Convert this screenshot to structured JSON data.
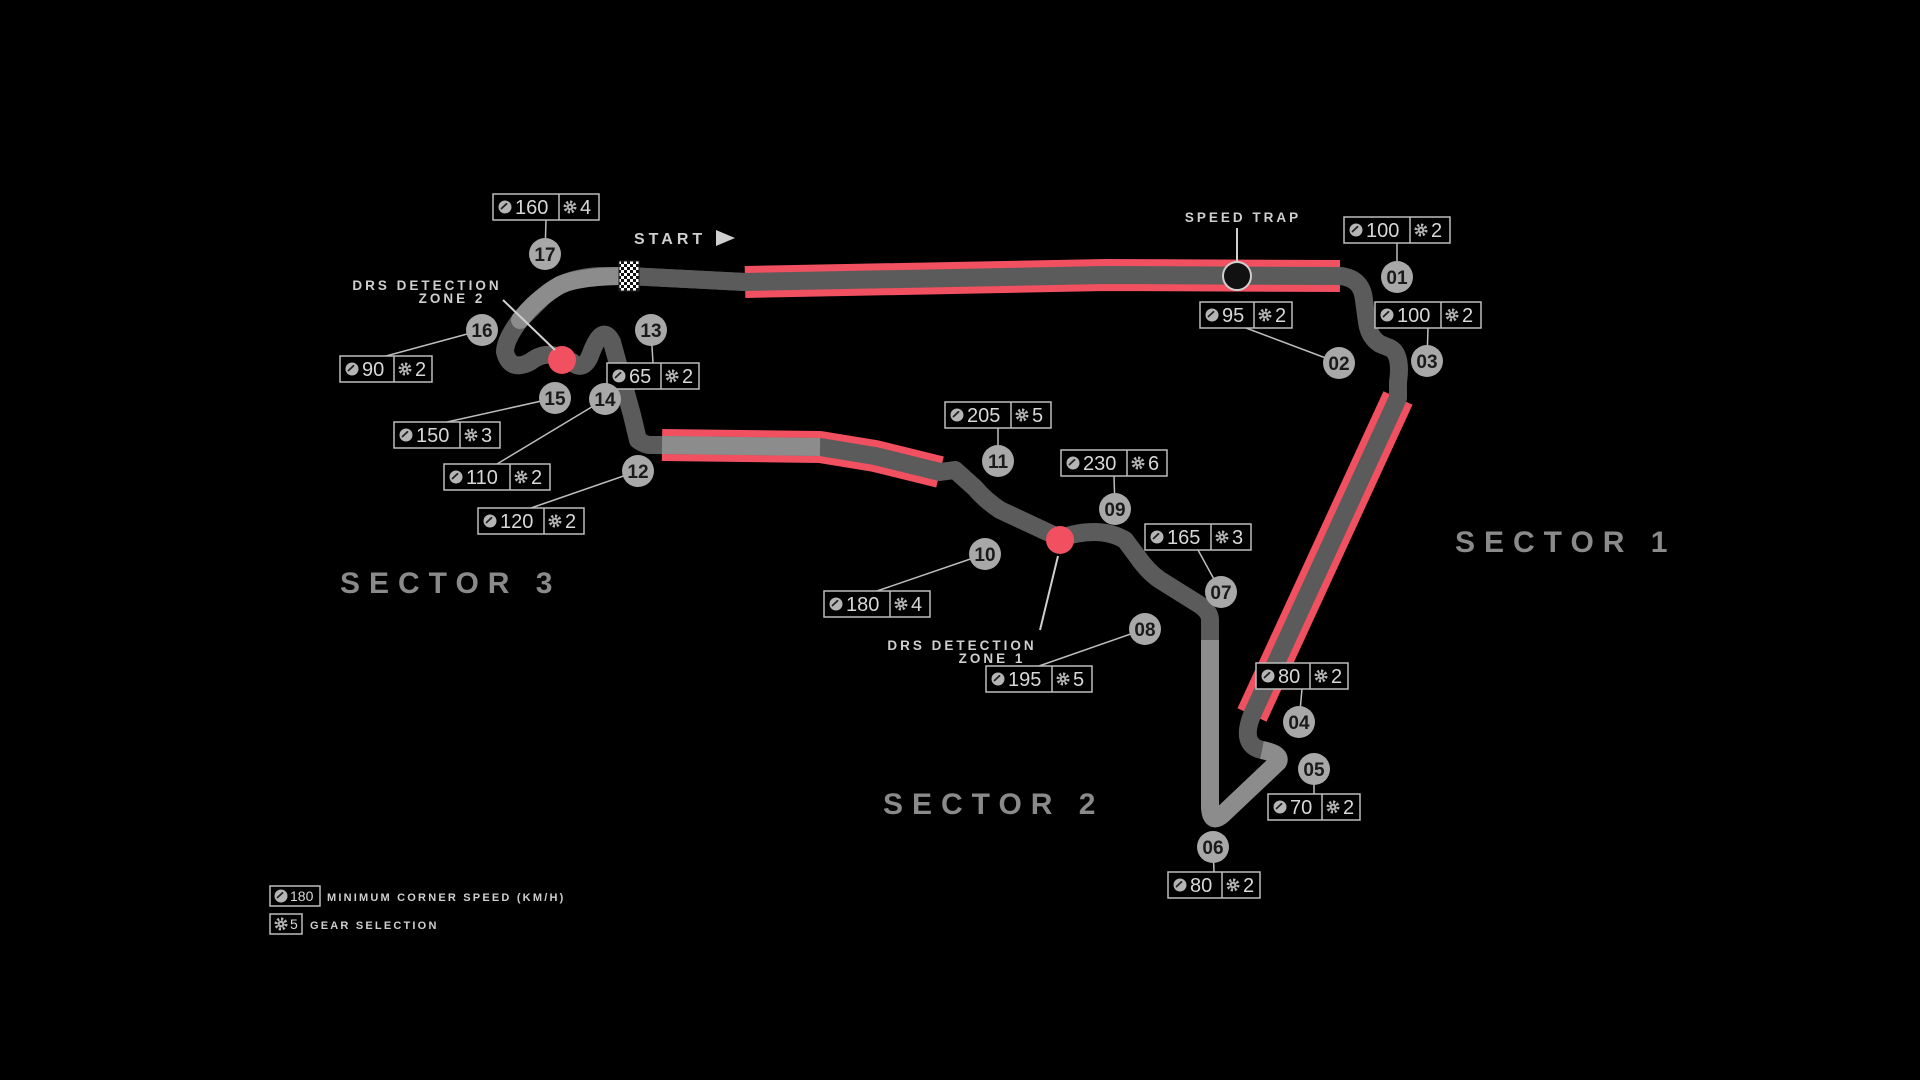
{
  "sectors": [
    {
      "label": "SECTOR 1"
    },
    {
      "label": "SECTOR 2"
    },
    {
      "label": "SECTOR 3"
    }
  ],
  "start_label": "START",
  "speed_trap_label": "SPEED TRAP",
  "drs_zone_1": [
    "DRS DETECTION",
    "ZONE 1"
  ],
  "drs_zone_2": [
    "DRS DETECTION",
    "ZONE 2"
  ],
  "corners": [
    {
      "number": "01",
      "speed": "100",
      "gear": "2"
    },
    {
      "number": "02",
      "speed": "95",
      "gear": "2"
    },
    {
      "number": "03",
      "speed": "100",
      "gear": "2"
    },
    {
      "number": "04",
      "speed": "80",
      "gear": "2"
    },
    {
      "number": "05",
      "speed": "70",
      "gear": "2"
    },
    {
      "number": "06",
      "speed": "80",
      "gear": "2"
    },
    {
      "number": "07",
      "speed": "165",
      "gear": "3"
    },
    {
      "number": "08",
      "speed": "195",
      "gear": "5"
    },
    {
      "number": "09",
      "speed": "230",
      "gear": "6"
    },
    {
      "number": "10",
      "speed": "180",
      "gear": "4"
    },
    {
      "number": "11",
      "speed": "205",
      "gear": "5"
    },
    {
      "number": "12",
      "speed": "120",
      "gear": "2"
    },
    {
      "number": "13",
      "speed": "65",
      "gear": "2"
    },
    {
      "number": "14",
      "speed": "110",
      "gear": "2"
    },
    {
      "number": "15",
      "speed": "150",
      "gear": "3"
    },
    {
      "number": "16",
      "speed": "90",
      "gear": "2"
    },
    {
      "number": "17",
      "speed": "160",
      "gear": "4"
    }
  ],
  "legend": {
    "speed_example": "180",
    "speed_label": "MINIMUM CORNER SPEED (KM/H)",
    "gear_example": "5",
    "gear_label": "GEAR SELECTION"
  },
  "colors": {
    "background": "#000000",
    "track": "#5b5b5b",
    "track_light": "#8c8c8c",
    "drs": "#f0505f",
    "corner_badge": "#a8a8a8",
    "text": "#cfcfcf"
  },
  "icons": {
    "speed": "speedometer-icon",
    "gear": "gear-icon",
    "start": "checkered-flag-icon"
  }
}
